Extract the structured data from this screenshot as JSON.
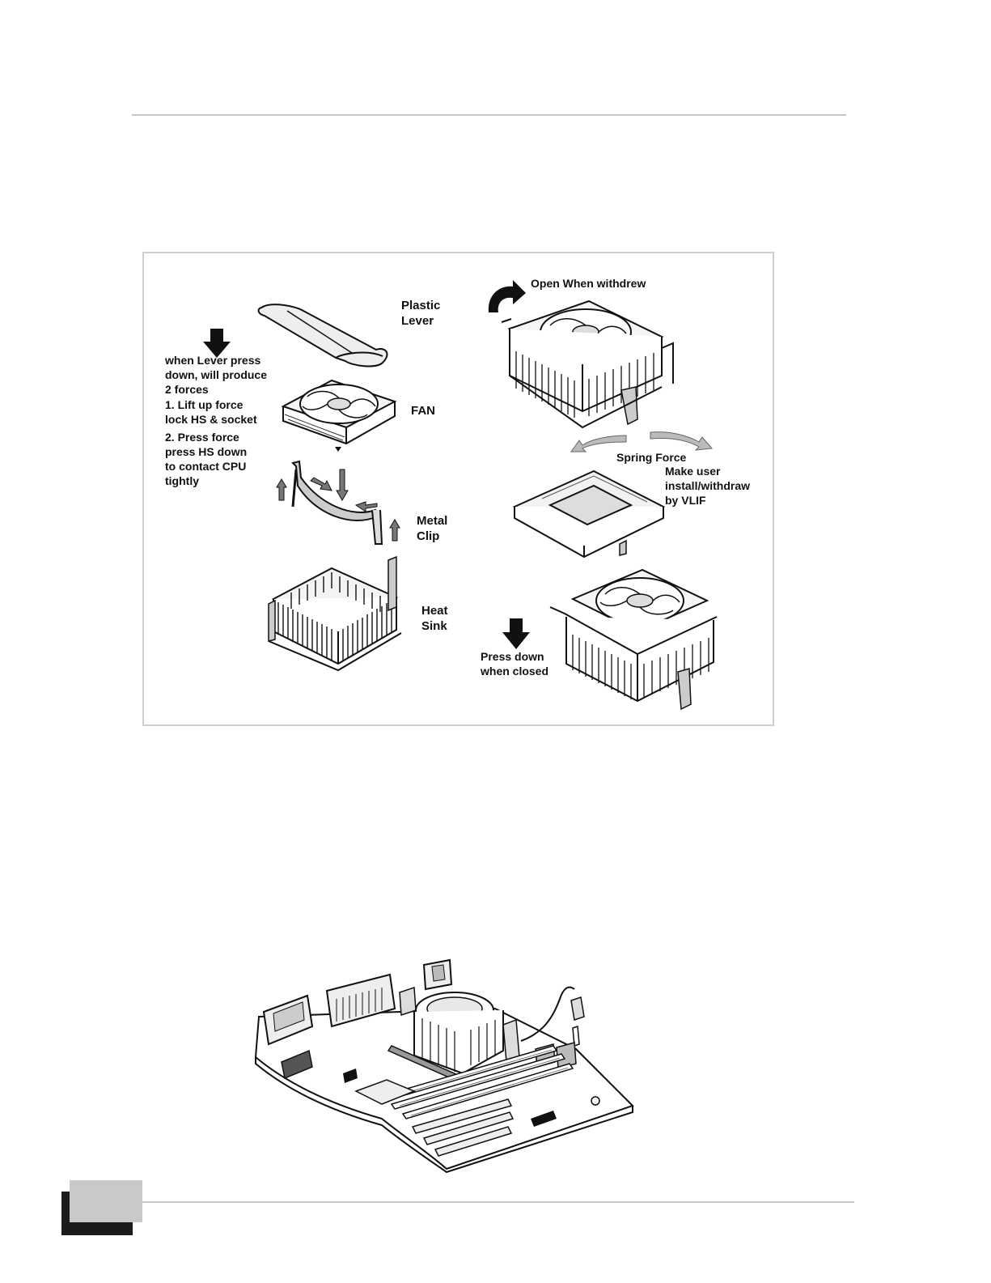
{
  "figure": {
    "labels": {
      "plastic_lever": "Plastic\nLever",
      "fan": "FAN",
      "metal_clip": "Metal\nClip",
      "heat_sink": "Heat\nSink",
      "lever_press": "when Lever press\ndown, will produce\n2 forces",
      "force_1": "1. Lift up force\n    lock HS & socket",
      "force_2": "2. Press force\n    press HS down\n    to contact CPU\n    tightly",
      "open_withdrew": "Open When withdrew",
      "spring_force": "Spring Force",
      "make_user": "Make user\ninstall/withdraw\nby VLIF",
      "press_down": "Press down\nwhen closed"
    }
  },
  "colors": {
    "rule": "#c8c8c8",
    "frame": "#cfcfcf",
    "tab_dark": "#1b1b1b",
    "tab_light": "#c9c9c9"
  }
}
